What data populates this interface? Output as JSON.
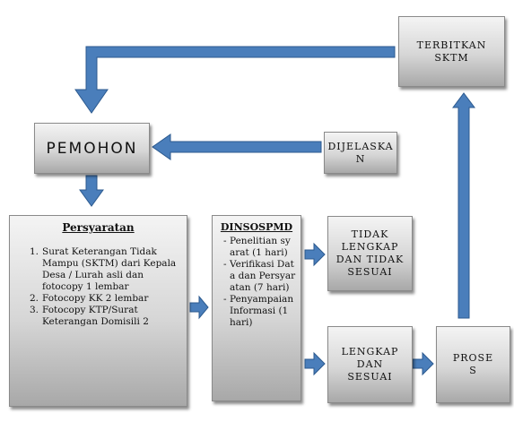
{
  "nodes": {
    "terbitkan": "TERBITKAN SKTM",
    "pemohon": "PEMOHON",
    "dijelaskan": "DIJELASKAN",
    "persyaratan": {
      "title": "Persyaratan",
      "items": [
        {
          "num": "1.",
          "text": "Surat Keterangan Tidak Mampu (SKTM) dari Kepala Desa / Lurah asli dan fotocopy 1 lembar"
        },
        {
          "num": "2.",
          "text": "Fotocopy KK 2 lembar"
        },
        {
          "num": "3.",
          "text": "Fotocopy KTP/Surat Keterangan Domisili 2"
        }
      ]
    },
    "dinsospmd": {
      "title": "DINSOSPMD",
      "items": [
        {
          "bullet": "-",
          "text": "Penelitian syarat (1 hari)"
        },
        {
          "bullet": "-",
          "text": "Verifikasi Data dan Persyaratan (7 hari)"
        },
        {
          "bullet": "-",
          "text": "Penyampaian Informasi (1 hari)"
        }
      ]
    },
    "tidak_lengkap": "TIDAK LENGKAP DAN TIDAK SESUAI",
    "lengkap": "LENGKAP DAN SESUAI",
    "proses": "PROSES"
  },
  "colors": {
    "arrow_fill": "#4a7ebb",
    "arrow_stroke": "#2c5a8f",
    "box_top": "#f4f4f4",
    "box_bottom": "#a8a8a8"
  }
}
